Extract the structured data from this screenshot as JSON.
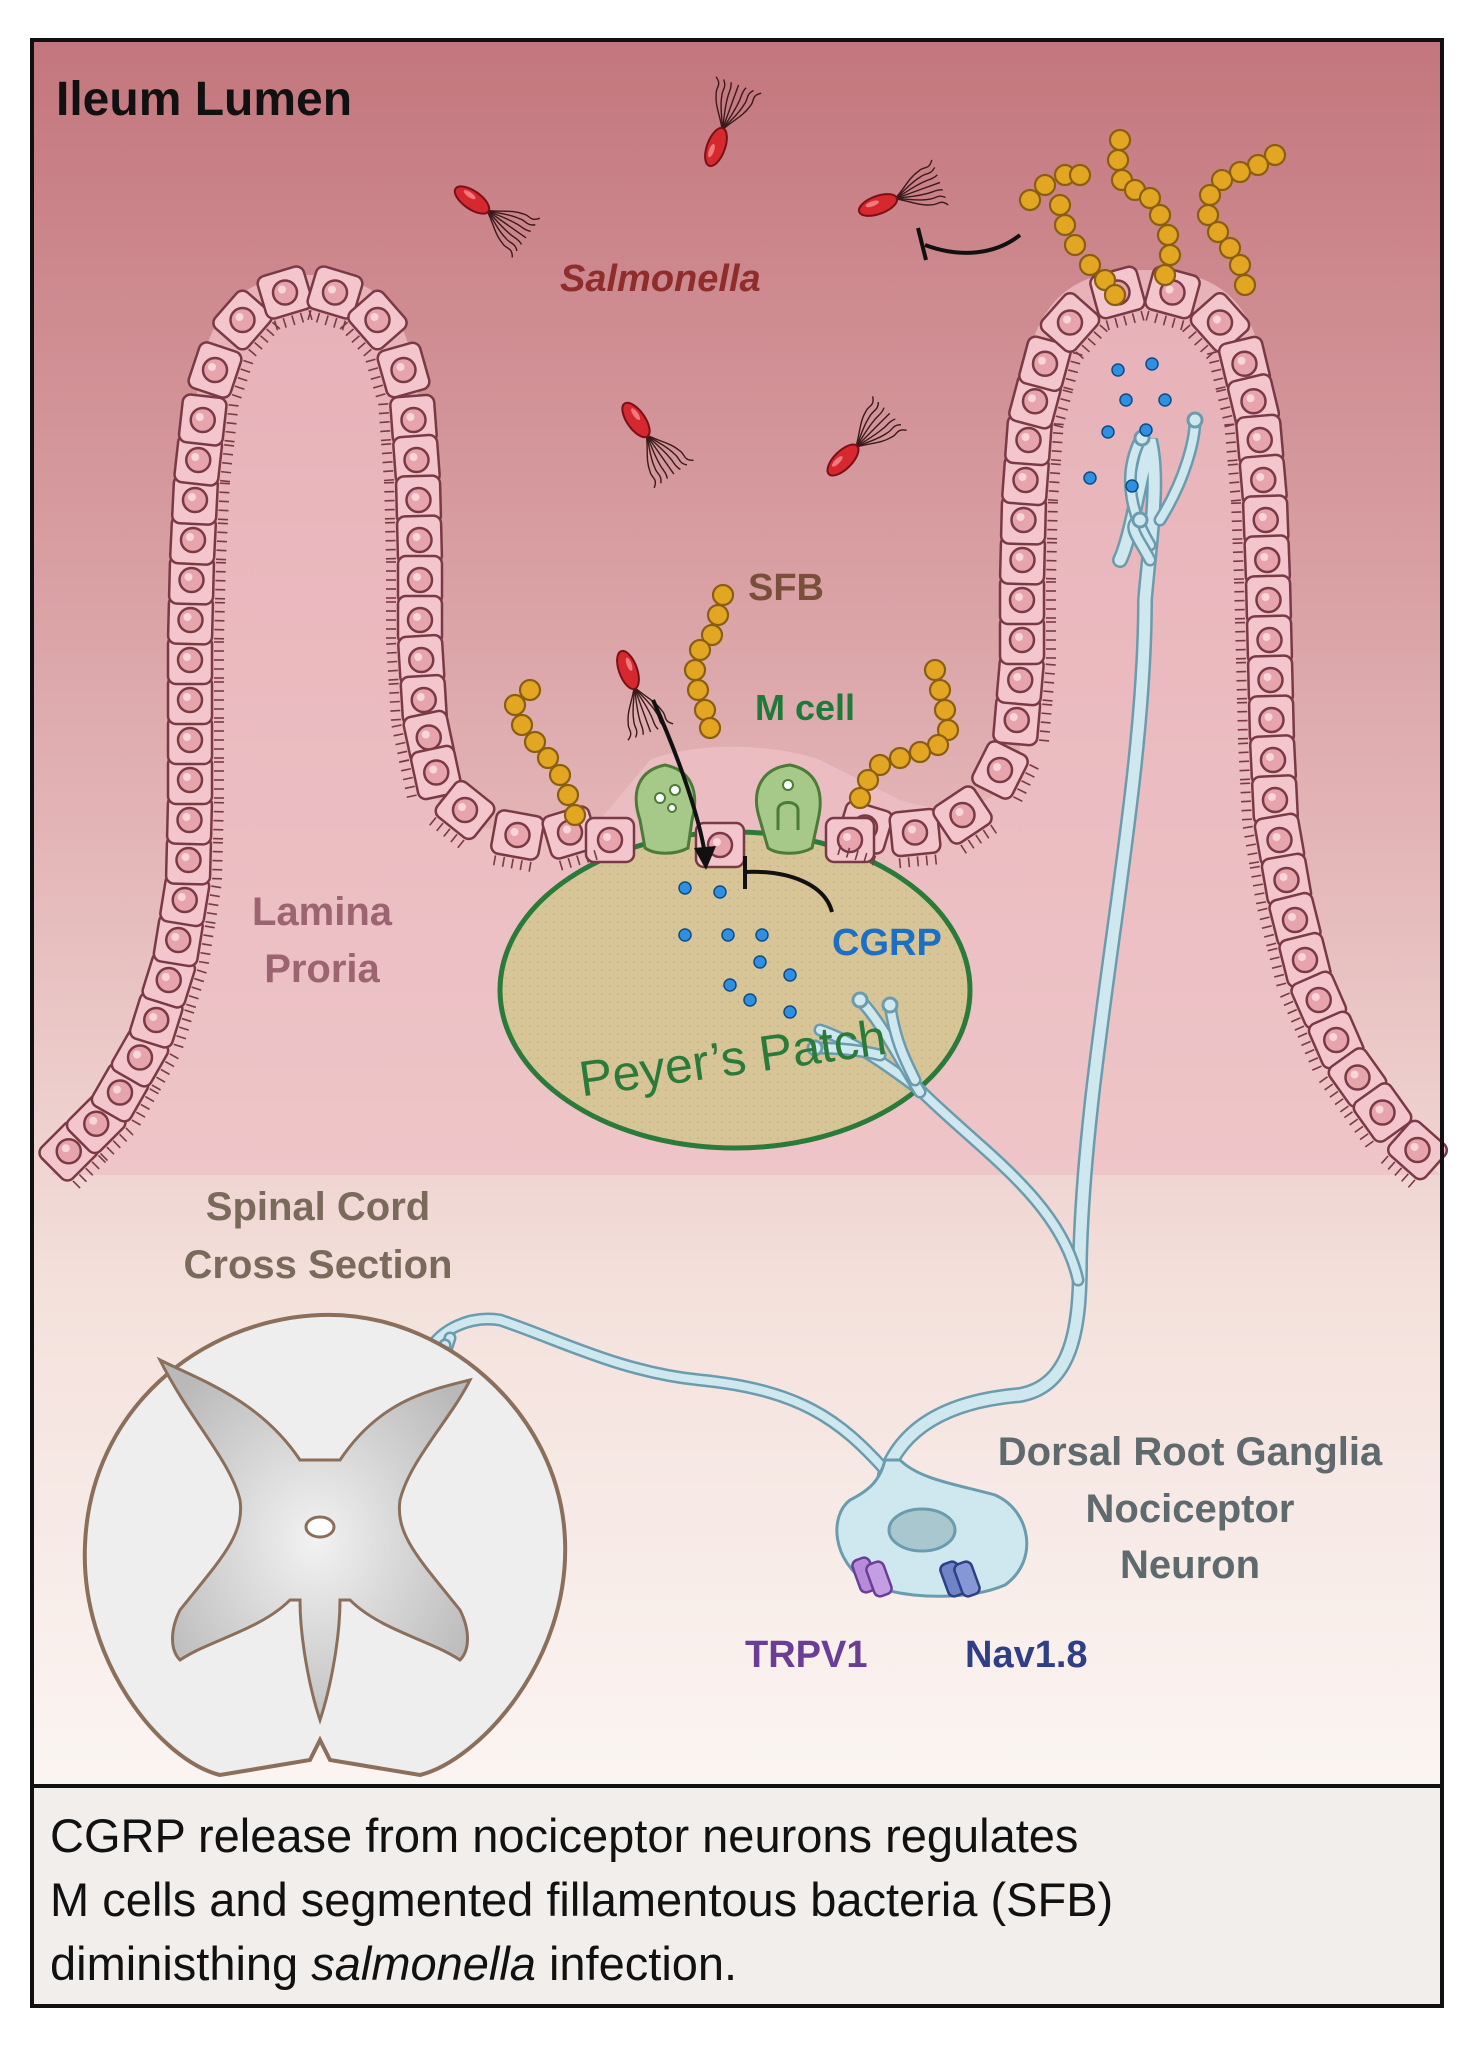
{
  "labels": {
    "ileum_lumen": "Ileum Lumen",
    "salmonella": "Salmonella",
    "sfb": "SFB",
    "m_cell": "M cell",
    "lamina_proria_line1": "Lamina",
    "lamina_proria_line2": "Proria",
    "cgrp": "CGRP",
    "peyers_patch": "Peyer’s Patch",
    "spinal_cord_line1": "Spinal Cord",
    "spinal_cord_line2": "Cross Section",
    "drg_line1": "Dorsal Root Ganglia",
    "drg_line2": "Nociceptor",
    "drg_line3": "Neuron",
    "trpv1": "TRPV1",
    "nav18": "Nav1.8"
  },
  "caption": {
    "line1": "CGRP release from nociceptor neurons regulates",
    "line2": "M cells and segmented fillamentous bacteria (SFB)",
    "line3_a": "diministhing ",
    "line3_italic": "salmonella",
    "line3_b": " infection."
  },
  "colors": {
    "lumen_top": "#c67a80",
    "lumen_bottom": "#f6ecea",
    "epithelial_cell": "#f2c6cc",
    "sfb_bead": "#e3a623",
    "salmonella": "#d6282f",
    "cgrp_dot": "#2f8fe0",
    "neuron": "#cfe8ef",
    "peyers_patch": "#d4c18f",
    "peyers_outline": "#2a7a3a",
    "m_cell": "#a6c98a"
  }
}
